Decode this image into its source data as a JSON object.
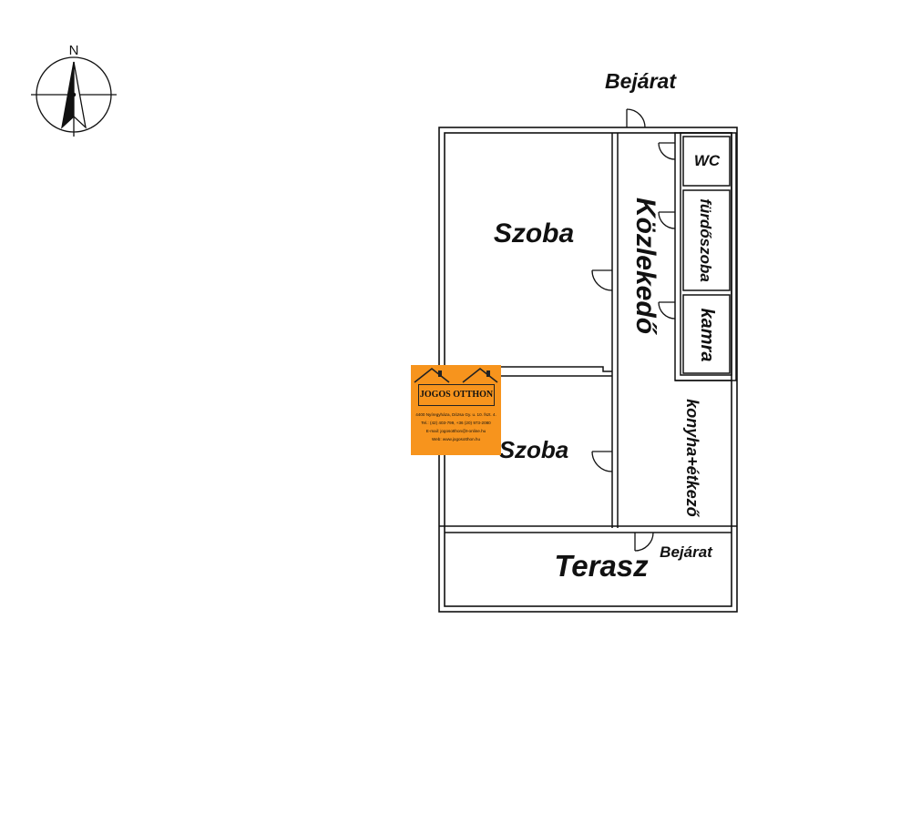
{
  "compass": {
    "north_label": "N"
  },
  "labels": {
    "entrance_top": "Bejárat",
    "entrance_bottom": "Bejárat",
    "room_top": "Szoba",
    "room_bottom": "Szoba",
    "corridor": "Közlekedő",
    "wc": "WC",
    "bathroom": "fürdőszoba",
    "pantry": "kamra",
    "kitchen": "konyha+étkező",
    "terrace": "Terasz"
  },
  "logo": {
    "brand": "JOGOS OTTHON",
    "lines": [
      "4400 Nyíregyháza, Dózsa Gy. u. 10. fszt. 4.",
      "Tel.: (42) 403-799,  +36 (20) 973-2080",
      "E-mail:  jogosotthon@t-online.hu",
      "Web:  www.jogosotthon.hu"
    ]
  },
  "colors": {
    "line": "#111111",
    "logo_bg": "#f7941d",
    "background": "#ffffff"
  }
}
